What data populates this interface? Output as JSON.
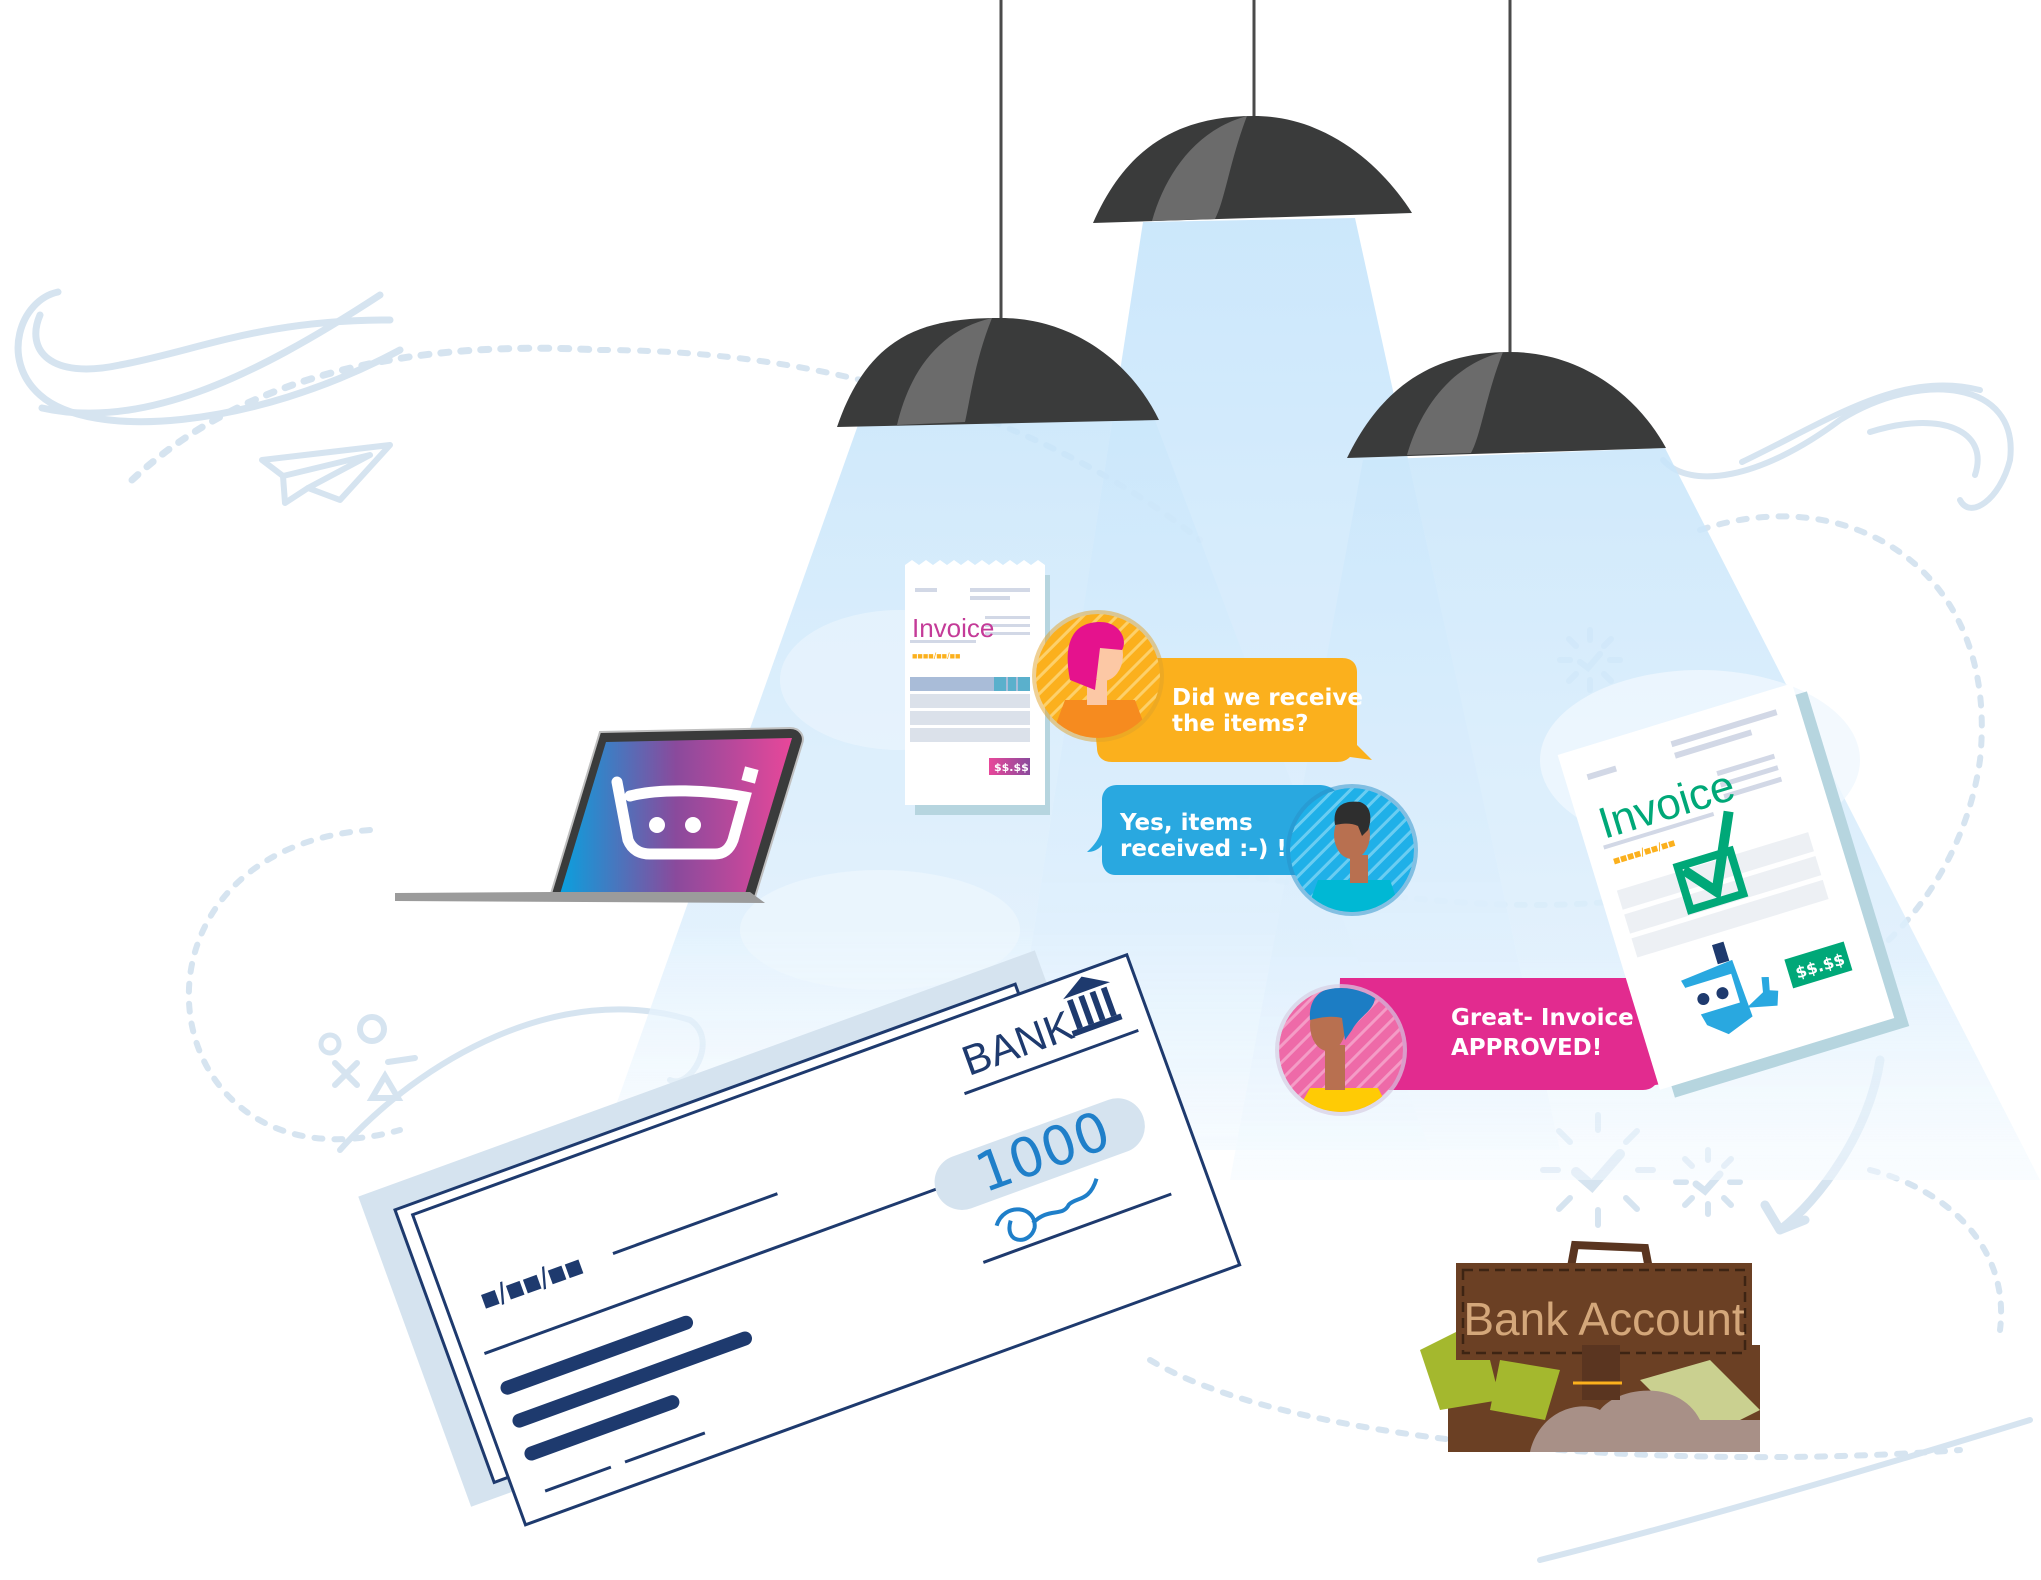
{
  "scene": {
    "description": "Invoice approval workflow illustration",
    "colors": {
      "background": "#ffffff",
      "light_beam": "#cfe9fb",
      "lamp_shade": "#3a3b3b",
      "lamp_highlight": "#6b6b6b",
      "doodle": "#d6e4f0",
      "navy": "#1e3a6e",
      "bubble_orange": "#fbb01d",
      "bubble_blue": "#29a8e0",
      "bubble_pink": "#e22b8f",
      "invoice_green": "#00a878",
      "invoice_magenta": "#d6379b",
      "briefcase_brown": "#6b4024",
      "cash_green": "#a4b82e"
    }
  },
  "laptop": {
    "icon": "shopping-basket-face-icon",
    "gradient": [
      "#0aa0de",
      "#8a4a9c",
      "#e8479a"
    ]
  },
  "invoice_left": {
    "title": "Invoice",
    "date_mask": "■■■■/■■/■■",
    "total": "$$.$$"
  },
  "invoice_right": {
    "title": "Invoice",
    "date_mask": "■■■■/■■/■■",
    "total": "$$.$$",
    "status_icon": "checkmark-icon",
    "mascot": "robot-thumbs-up-icon"
  },
  "chat": [
    {
      "avatar": "woman-pink-hair-avatar",
      "line1": "Did we receive",
      "line2": "the items?",
      "color": "#fbb01d"
    },
    {
      "avatar": "man-dark-hair-avatar",
      "line1": "Yes, items",
      "line2": "received :-) !",
      "color": "#29a8e0"
    },
    {
      "avatar": "woman-blue-hair-avatar",
      "line1": "Great- Invoice",
      "line2": "APPROVED!",
      "color": "#e22b8f"
    }
  ],
  "cheque": {
    "bank_label": "BANK",
    "bank_icon": "bank-building-icon",
    "date_mask": "■/■■/■■",
    "amount": "1000",
    "signature": "signature-scribble"
  },
  "briefcase": {
    "label": "Bank Account"
  }
}
